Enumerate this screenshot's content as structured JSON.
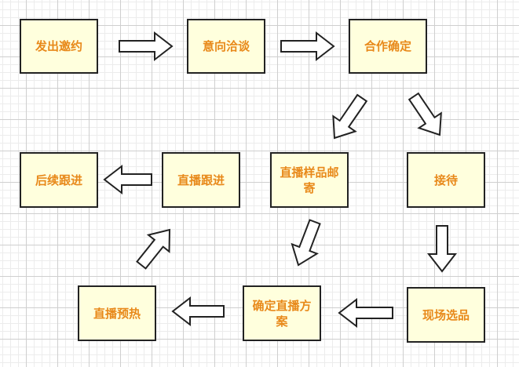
{
  "diagram": {
    "nodes": [
      {
        "id": "invite",
        "label": "发出邀约"
      },
      {
        "id": "negotiation",
        "label": "意向洽谈"
      },
      {
        "id": "confirm",
        "label": "合作确定"
      },
      {
        "id": "sample",
        "label": "直播样品邮寄"
      },
      {
        "id": "reception",
        "label": "接待"
      },
      {
        "id": "followup",
        "label": "后续跟进"
      },
      {
        "id": "live_followup",
        "label": "直播跟进"
      },
      {
        "id": "site_selection",
        "label": "现场选品"
      },
      {
        "id": "plan",
        "label": "确定直播方案"
      },
      {
        "id": "warmup",
        "label": "直播预热"
      }
    ],
    "edges": [
      {
        "from": "invite",
        "to": "negotiation"
      },
      {
        "from": "negotiation",
        "to": "confirm"
      },
      {
        "from": "confirm",
        "to": "sample"
      },
      {
        "from": "confirm",
        "to": "reception"
      },
      {
        "from": "reception",
        "to": "site_selection"
      },
      {
        "from": "site_selection",
        "to": "plan"
      },
      {
        "from": "sample",
        "to": "plan"
      },
      {
        "from": "plan",
        "to": "warmup"
      },
      {
        "from": "warmup",
        "to": "live_followup"
      },
      {
        "from": "live_followup",
        "to": "followup"
      }
    ],
    "colors": {
      "node_fill": "#ffffdd",
      "node_border": "#222222",
      "label_text": "#e8891a",
      "arrow_fill": "#ffffff",
      "arrow_stroke": "#222222"
    }
  }
}
